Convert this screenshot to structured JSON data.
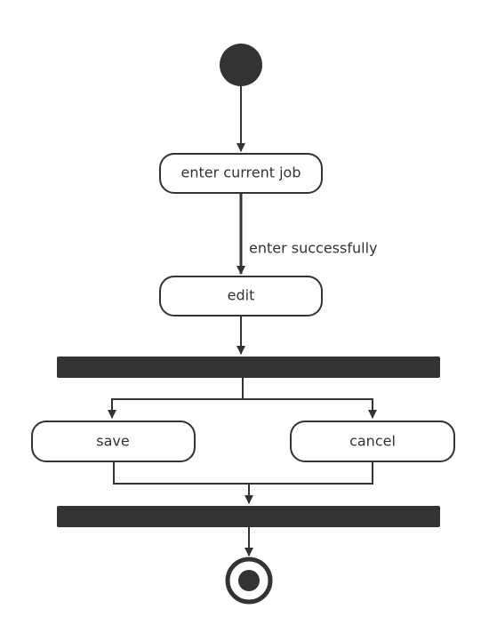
{
  "diagram": {
    "type": "uml-activity",
    "colors": {
      "stroke": "#333333",
      "fill": "#ffffff",
      "dark": "#333333",
      "text": "#333333"
    },
    "nodes": {
      "enter_current_job": "enter current job",
      "edit": "edit",
      "save": "save",
      "cancel": "cancel"
    },
    "edges": {
      "enter_to_edit_label": "enter successfully"
    }
  }
}
